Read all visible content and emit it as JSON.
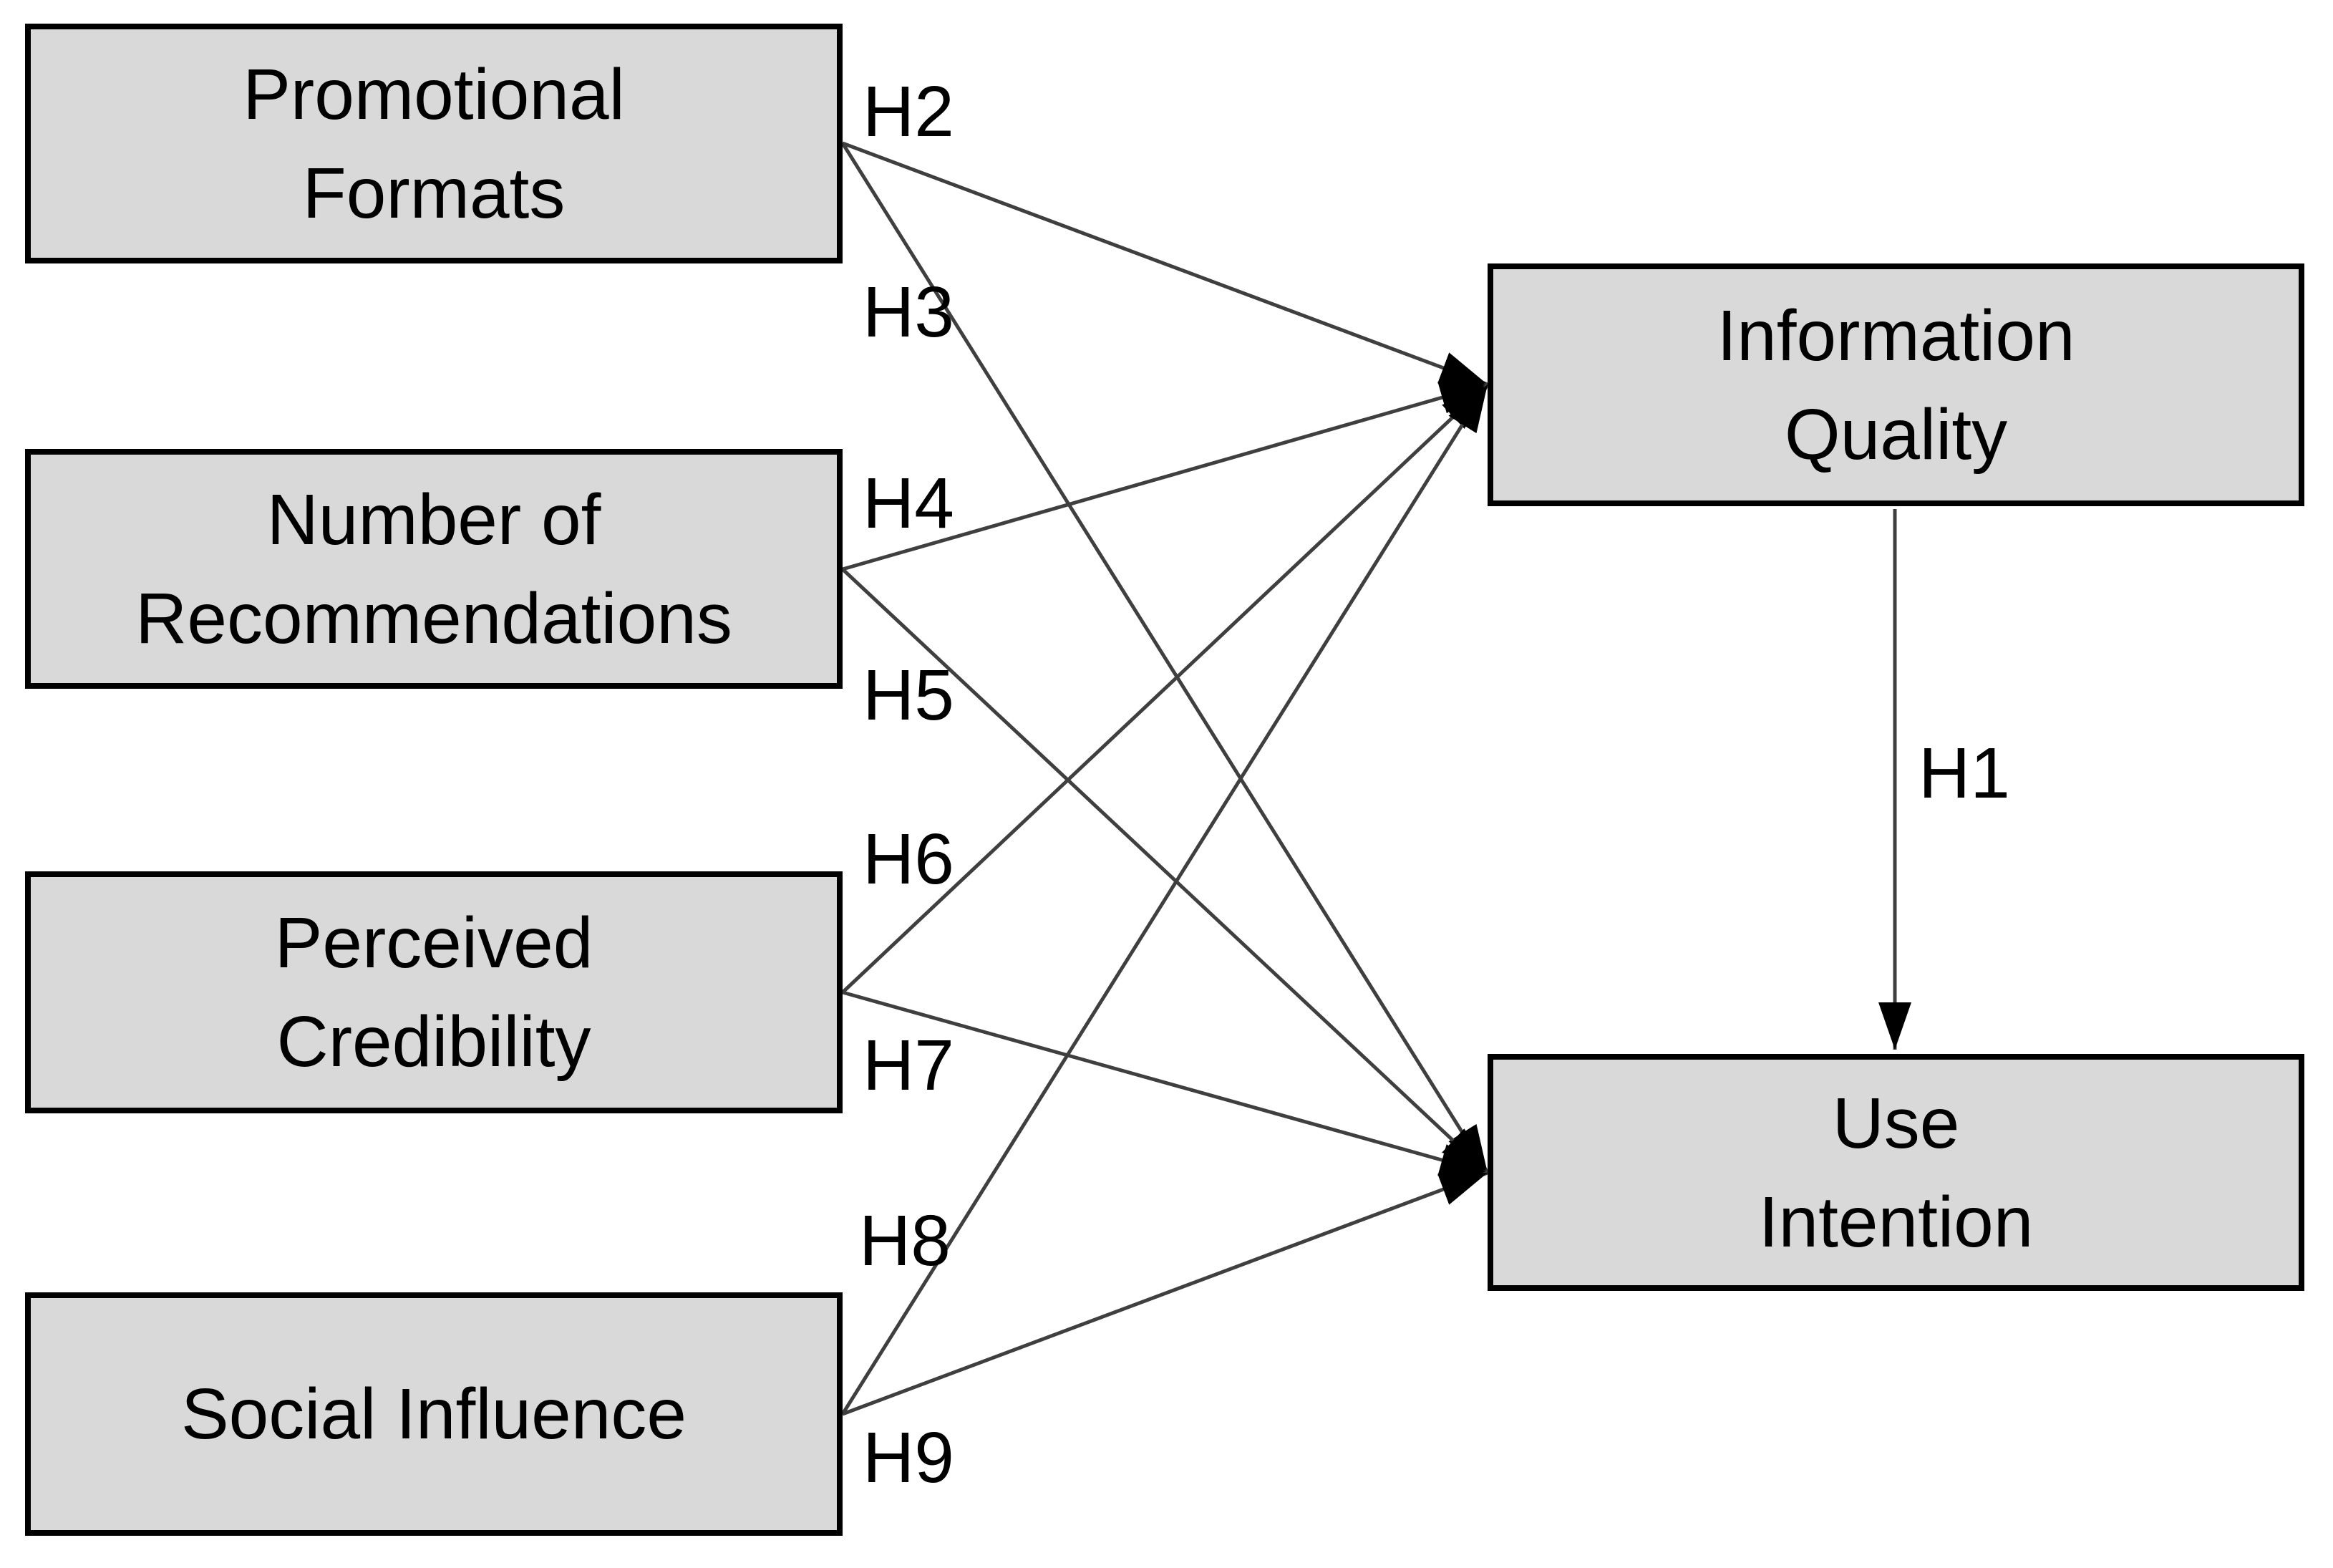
{
  "nodes": [
    {
      "id": "promotional-formats",
      "label": "Promotional\nFormats"
    },
    {
      "id": "number-of-recommendations",
      "label": "Number of\nRecommendations"
    },
    {
      "id": "perceived-credibility",
      "label": "Perceived\nCredibility"
    },
    {
      "id": "social-influence",
      "label": "Social Influence"
    },
    {
      "id": "information-quality",
      "label": "Information\nQuality"
    },
    {
      "id": "use-intention",
      "label": "Use\nIntention"
    }
  ],
  "edges": [
    {
      "label": "H1",
      "from": "information-quality",
      "to": "use-intention"
    },
    {
      "label": "H2",
      "from": "promotional-formats",
      "to": "information-quality"
    },
    {
      "label": "H3",
      "from": "promotional-formats",
      "to": "use-intention"
    },
    {
      "label": "H4",
      "from": "number-of-recommendations",
      "to": "information-quality"
    },
    {
      "label": "H5",
      "from": "number-of-recommendations",
      "to": "use-intention"
    },
    {
      "label": "H6",
      "from": "perceived-credibility",
      "to": "information-quality"
    },
    {
      "label": "H7",
      "from": "perceived-credibility",
      "to": "use-intention"
    },
    {
      "label": "H8",
      "from": "social-influence",
      "to": "information-quality"
    },
    {
      "label": "H9",
      "from": "social-influence",
      "to": "use-intention"
    }
  ],
  "colors": {
    "node_fill": "#d9d9d9",
    "node_border": "#000000",
    "line": "#3f3f3f",
    "arrowhead": "#000000",
    "text": "#000000",
    "background": "#ffffff"
  }
}
